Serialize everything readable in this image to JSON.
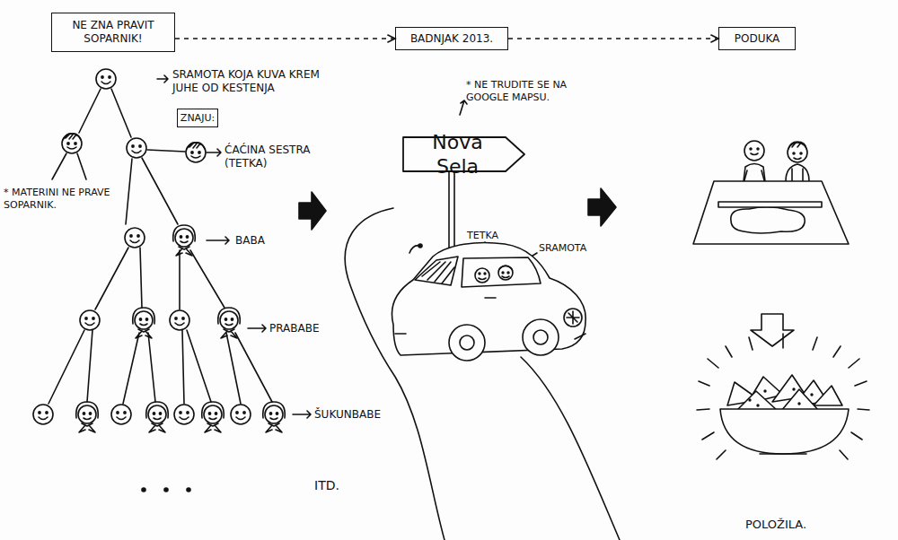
{
  "diagram": {
    "nodes": [
      {
        "text": [
          "NE ZNA PRAVIT SOPARNIK!"
        ]
      },
      {
        "text": [
          "BADNJAK 2013."
        ]
      },
      {
        "text": [
          "PODUKA"
        ]
      },
      {
        "text": [
          "ZNAJU:"
        ]
      },
      {
        "text": [
          "Nova Sela"
        ]
      }
    ],
    "edges": [
      {
        "from": 0,
        "to": 1,
        "arrow": "to"
      },
      {
        "from": 1,
        "to": 2,
        "arrow": "to"
      }
    ],
    "labels": [
      "SRAMOTA KOJA KUVA KREM JUHE OD KESTENJA",
      "ĆAĆINA SESTRA (TETKA)",
      "* MATERINI NE PRAVE SOPARNIK.",
      "BABA",
      "PRABABE",
      "ŠUKUNBABE",
      "ITD.",
      "* NE TRUDITE SE NA GOOGLE MAPSU.",
      "TETKA",
      "SRAMOTA",
      "POLOŽILA."
    ]
  }
}
